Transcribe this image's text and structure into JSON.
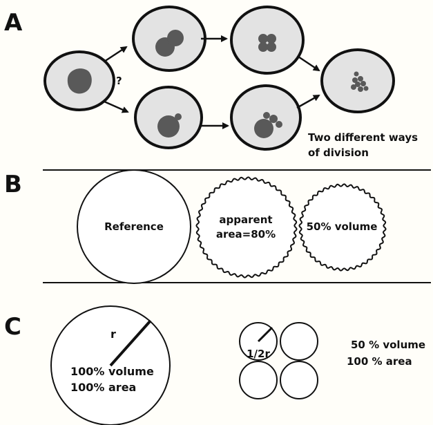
{
  "panels": {
    "a": {
      "letter": "A",
      "question": "?",
      "caption_line1": "Two different ways",
      "caption_line2": "of division"
    },
    "b": {
      "letter": "B",
      "reference_label": "Reference",
      "apparent_line1": "apparent",
      "apparent_line2": "area=80%",
      "half_volume_label": "50% volume"
    },
    "c": {
      "letter": "C",
      "radius_label": "r",
      "big_volume": "100% volume",
      "big_area": "100% area",
      "small_radius_label": "1/2r",
      "small_volume": "50 % volume",
      "small_area": "100 % area"
    }
  },
  "colors": {
    "cell_fill": "#e3e3e3",
    "nucleus_fill": "#595959",
    "stroke": "#111111",
    "background": "#fffef9"
  }
}
